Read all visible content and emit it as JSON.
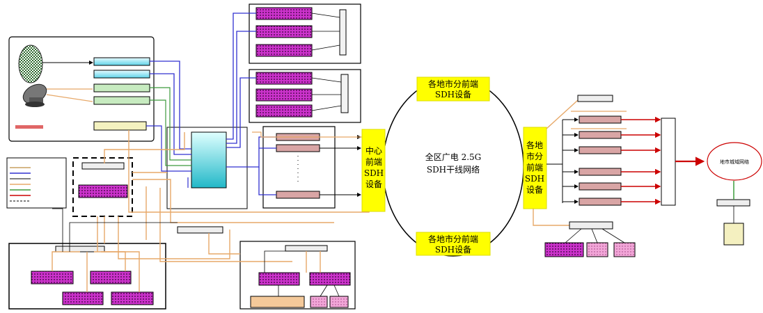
{
  "ring": {
    "top_label": [
      "各地市分前端",
      "SDH设备"
    ],
    "bottom_label": [
      "各地市分前端",
      "SDH设备"
    ],
    "center_label": [
      "全区广电 2.5G",
      "SDH干线网络"
    ]
  },
  "headend": {
    "label": [
      "中心",
      "前端",
      "SDH",
      "设备"
    ]
  },
  "local": {
    "label": [
      "各地",
      "市分",
      "前端",
      "SDH",
      "设备"
    ]
  },
  "cloud": {
    "label": "地市城域网络"
  }
}
